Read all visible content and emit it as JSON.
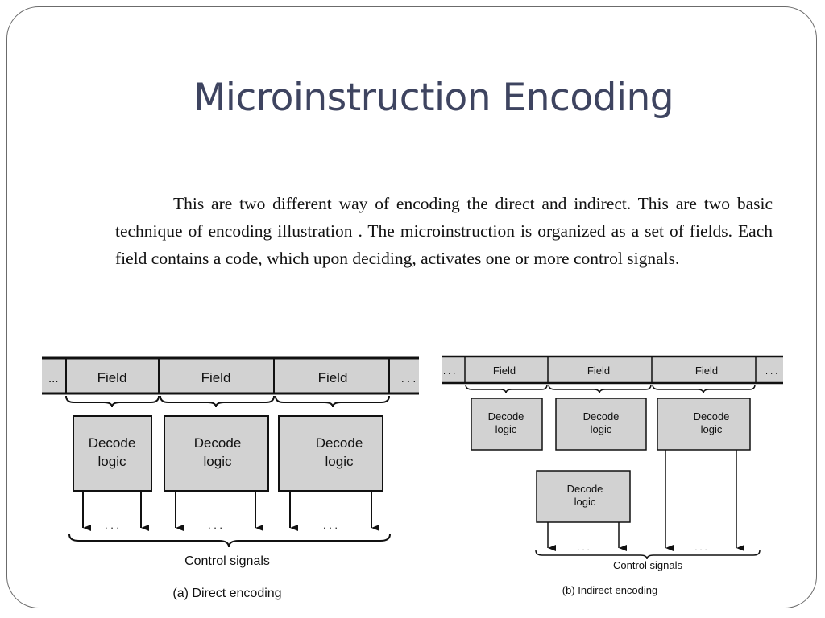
{
  "slide": {
    "title": "Microinstruction Encoding",
    "body": "This  are two different way of encoding the direct and indirect. This  are two basic technique of encoding illustration . The microinstruction is organized as a set of fields. Each field contains a code, which upon deciding, activates one or more control signals."
  },
  "diagram_a": {
    "field_label": "Field",
    "ellipsis_left": "...",
    "ellipsis_right": ". . .",
    "decode_line1": "Decode",
    "decode_line2": "logic",
    "arrow_ellipsis": ". . .",
    "control_label": "Control signals",
    "caption": "(a) Direct encoding"
  },
  "diagram_b": {
    "field_label": "Field",
    "ellipsis_left": ". . .",
    "ellipsis_right": ". . .",
    "decode_line1": "Decode",
    "decode_line2": "logic",
    "arrow_ellipsis": ". . .",
    "control_label": "Control signals",
    "caption": "(b) Indirect encoding"
  }
}
